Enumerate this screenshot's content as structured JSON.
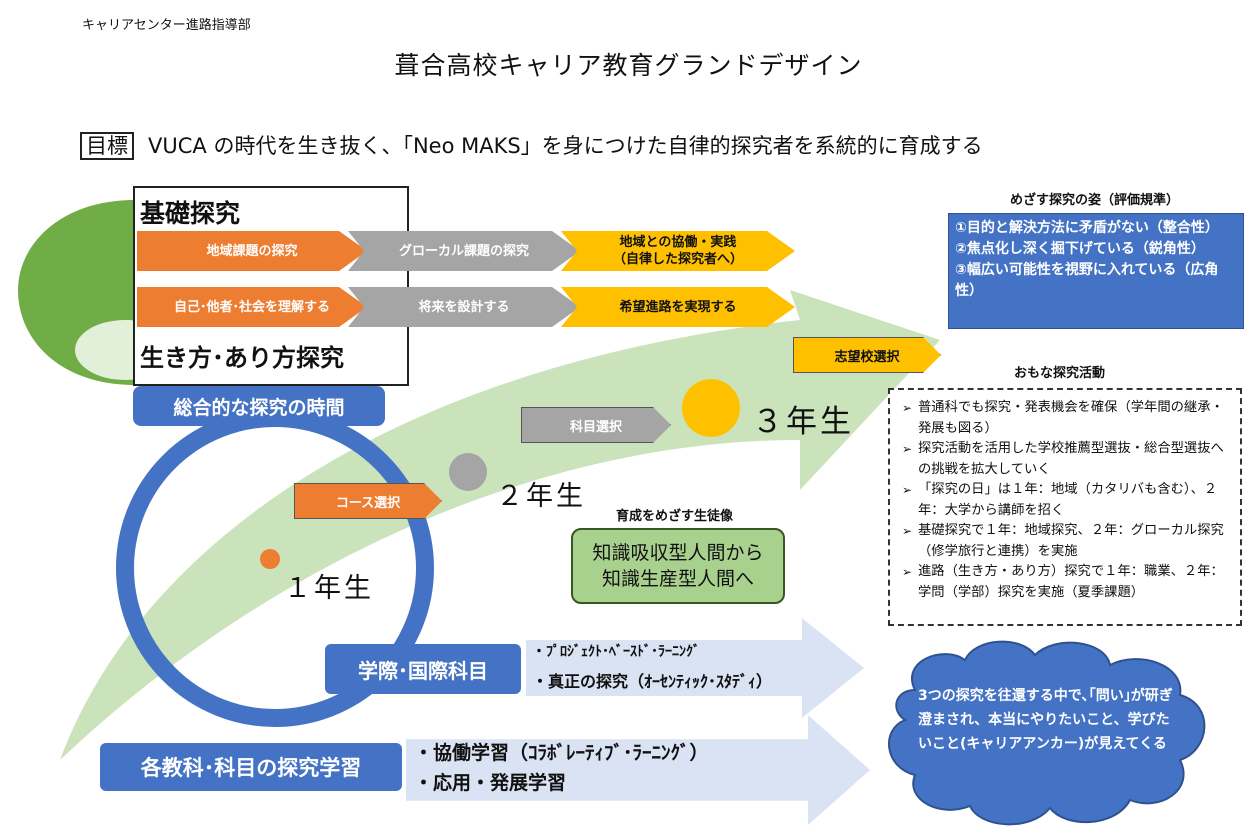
{
  "header": {
    "department": "キャリアセンター進路指導部",
    "title": "葺合高校キャリア教育グランドデザイン"
  },
  "goal": {
    "tag": "目標",
    "text": "VUCA の時代を生き抜く、「Neo MAKS」を身につけた自律的探究者を系統的に育成する"
  },
  "kiso": {
    "title": "基礎探究",
    "row1": [
      "地域課題の探究",
      "グローカル課題の探究",
      "地域との協働・実践\n（自律した探究者へ）"
    ],
    "row2": [
      "自己･他者･社会を理解する",
      "将来を設計する",
      "希望進路を実現する"
    ],
    "ikikata": "生き方･あり方探究"
  },
  "sogo": "総合的な探究の時間",
  "milestones": {
    "course": "コース選択",
    "subject": "科目選択",
    "school": "志望校選択"
  },
  "grades": [
    "１年生",
    "２年生",
    "３年生"
  ],
  "student_image": {
    "label": "育成をめざす生徒像",
    "line1": "知識吸収型人間から",
    "line2": "知識生産型人間へ"
  },
  "evaluation": {
    "label": "めざす探究の姿（評価規準）",
    "lines": [
      "①目的と解決方法に矛盾がない（整合性）",
      "②焦点化し深く掘下げている（鋭角性）",
      "③幅広い可能性を視野に入れている（広角性）"
    ]
  },
  "activities": {
    "label": "おもな探究活動",
    "items": [
      "普通科でも探究・発表機会を確保（学年間の継承・発展も図る）",
      "探究活動を活用した学校推薦型選抜・総合型選抜への挑戦を拡大していく",
      "「探究の日」は１年：地域（カタリバも含む）、２年：大学から講師を招く",
      "基礎探究で１年：地域探究、２年：グローカル探究（修学旅行と連携）を実施",
      "進路（生き方・あり方）探究で１年：職業、２年：学問（学部）探究を実施（夏季課題）"
    ]
  },
  "gakusai": {
    "label": "学際･国際科目",
    "items": [
      "・ﾌﾟﾛｼﾞｪｸﾄ･ﾍﾞｰｽﾄﾞ･ﾗｰﾆﾝｸﾞ",
      "・真正の探究（ｵｰｾﾝﾃｨｯｸ･ｽﾀﾃﾞｨ）"
    ]
  },
  "kakukyouka": {
    "label": "各教科･科目の探究学習",
    "items": [
      "・協働学習（ｺﾗﾎﾞﾚｰﾃｨﾌﾞ･ﾗｰﾆﾝｸﾞ）",
      "・応用・発展学習"
    ]
  },
  "cloud": {
    "text": "3つの探究を往還する中で､｢問い｣が研ぎ澄まされ、本当にやりたいこと、学びたいこと(キャリアアンカー)が見えてくる"
  },
  "colors": {
    "orange": "#ed7d31",
    "gray": "#a5a5a5",
    "yellow": "#ffc000",
    "blue": "#4472c4",
    "green": "#70ad47",
    "light_green": "#c5e0b4",
    "light_blue": "#dae3f3"
  }
}
